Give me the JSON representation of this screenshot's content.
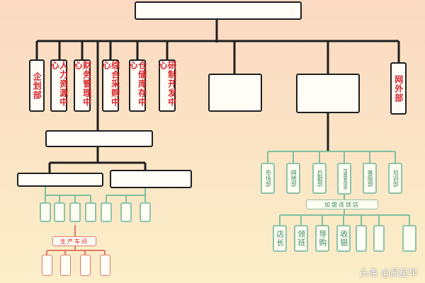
{
  "chart": {
    "root": {
      "label": ""
    },
    "functional_departments": [
      {
        "label": "企划部"
      },
      {
        "label": "人力资源中心"
      },
      {
        "label": "财务管理中心"
      },
      {
        "label": "综合采购中心"
      },
      {
        "label": "仓储库存中心"
      },
      {
        "label": "研制开发中心"
      }
    ],
    "blank_department_box": {
      "label": ""
    },
    "retail_division": {
      "label": "",
      "departments": [
        {
          "label": "市场部"
        },
        {
          "label": "网络部"
        },
        {
          "label": "后勤部"
        },
        {
          "label": "加盟管理部"
        },
        {
          "label": "客服部"
        },
        {
          "label": "培训部"
        }
      ],
      "store_group": {
        "label": "加盟连锁店",
        "positions": [
          {
            "label": "店长"
          },
          {
            "label": "领班"
          },
          {
            "label": "导购"
          },
          {
            "label": "收银"
          },
          {
            "label": ""
          },
          {
            "label": ""
          },
          {
            "label": ""
          }
        ]
      }
    },
    "right_department": {
      "label": "网外部"
    },
    "production_division": {
      "label": "",
      "left_subunit": {
        "label": "",
        "units": [
          {
            "label": ""
          },
          {
            "label": ""
          },
          {
            "label": ""
          },
          {
            "label": ""
          }
        ]
      },
      "right_subunit": {
        "label": "",
        "units": [
          {
            "label": ""
          },
          {
            "label": ""
          },
          {
            "label": ""
          }
        ]
      },
      "workshop_group": {
        "label": "生产车间",
        "lines": [
          {
            "label": ""
          },
          {
            "label": ""
          },
          {
            "label": ""
          },
          {
            "label": ""
          }
        ]
      }
    }
  },
  "watermark": "头条 @晨星早",
  "colors": {
    "line_dark": "#1f1f1f",
    "line_green": "#7fbf9d",
    "line_red": "#e07a6a",
    "text_red": "#d8232a",
    "text_green": "#3d8a63"
  }
}
